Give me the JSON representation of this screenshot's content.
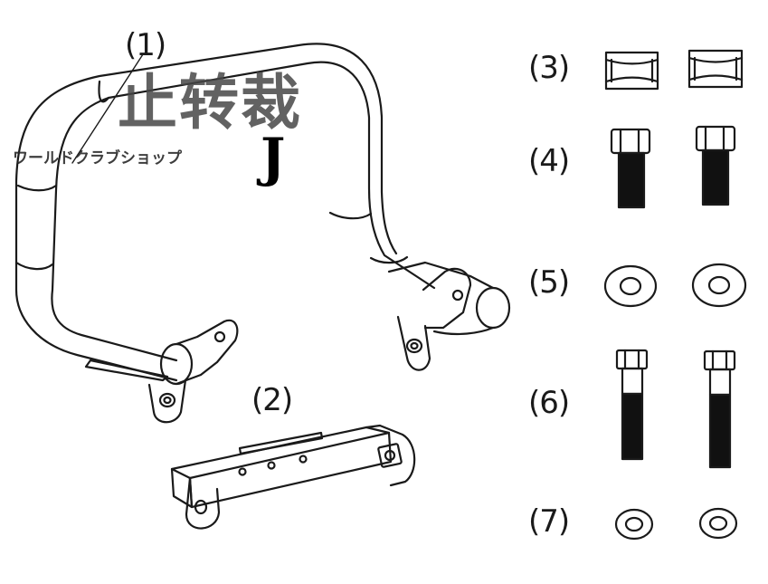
{
  "part_labels": {
    "p1": "(1)",
    "p2": "(2)",
    "p3": "(3)",
    "p4": "(4)",
    "p5": "(5)",
    "p6": "(6)",
    "p7": "(7)"
  },
  "watermark": {
    "title": "止转裁",
    "subtitle": "ワールドクラブショップ",
    "letter": "J"
  },
  "colors": {
    "line": "#1a1a1a",
    "bolt_fill": "#111111",
    "background": "#ffffff"
  }
}
